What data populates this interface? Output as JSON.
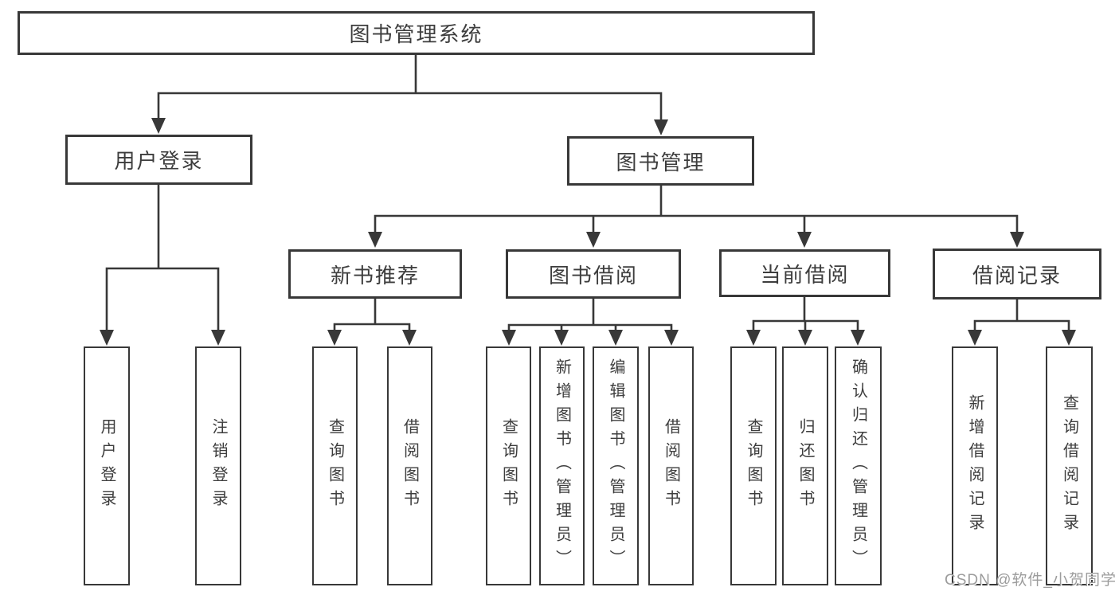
{
  "colors": {
    "line": "#383838",
    "text": "#3d3d3d",
    "boxfill": "#ffffff",
    "background": "#ffffff",
    "watermark": "#9c9c9c"
  },
  "watermark": {
    "text": "CSDN @软件_小贺同学"
  },
  "diagram": {
    "type": "hierarchy-tree",
    "tree": {
      "label": "图书管理系统",
      "children": [
        {
          "label": "用户登录",
          "children": [
            {
              "label": "用户登录"
            },
            {
              "label": "注销登录"
            }
          ]
        },
        {
          "label": "图书管理",
          "children": [
            {
              "label": "新书推荐",
              "children": [
                {
                  "label": "查询图书"
                },
                {
                  "label": "借阅图书"
                }
              ]
            },
            {
              "label": "图书借阅",
              "children": [
                {
                  "label": "查询图书"
                },
                {
                  "label": "新增图书（管理员）"
                },
                {
                  "label": "编辑图书（管理员）"
                },
                {
                  "label": "借阅图书"
                }
              ]
            },
            {
              "label": "当前借阅",
              "children": [
                {
                  "label": "查询图书"
                },
                {
                  "label": "归还图书"
                },
                {
                  "label": "确认归还（管理员）"
                }
              ]
            },
            {
              "label": "借阅记录",
              "children": [
                {
                  "label": "新增借阅记录"
                },
                {
                  "label": "查询借阅记录"
                }
              ]
            }
          ]
        }
      ]
    }
  }
}
